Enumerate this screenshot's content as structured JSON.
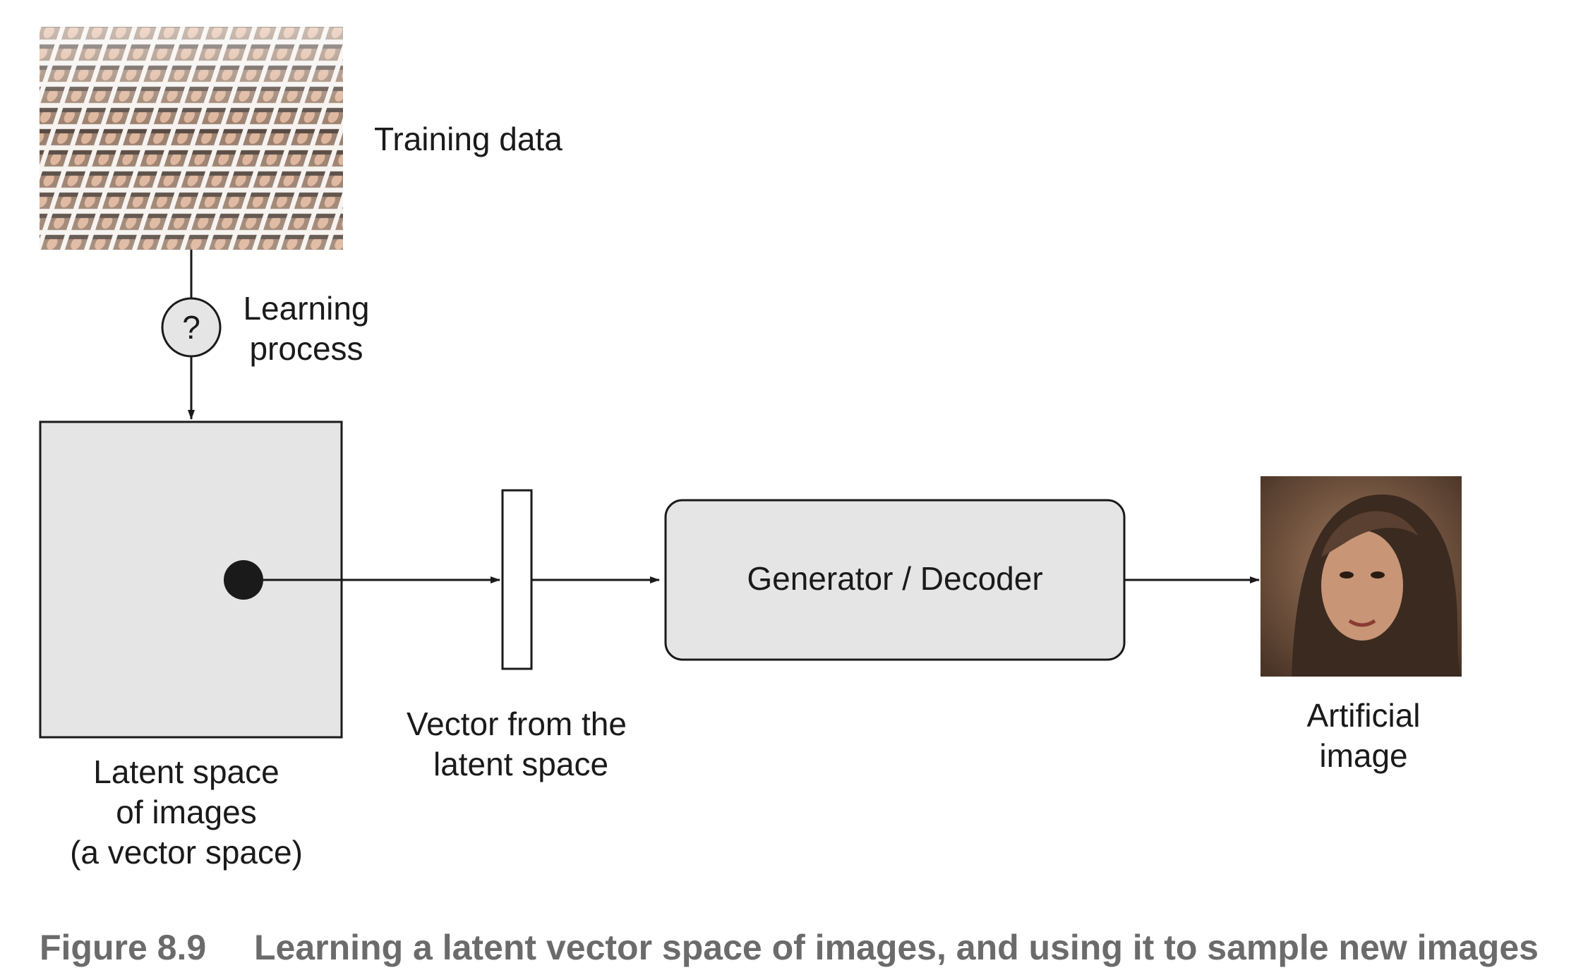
{
  "training_data": {
    "label": "Training data"
  },
  "learning": {
    "symbol": "?",
    "label_line1": "Learning",
    "label_line2": "process"
  },
  "latent_space": {
    "line1": "Latent space",
    "line2": "of images",
    "line3": "(a vector space)"
  },
  "vector": {
    "line1": "Vector from the",
    "line2": "latent space"
  },
  "generator": {
    "label": "Generator / Decoder"
  },
  "artificial": {
    "line1": "Artificial",
    "line2": "image"
  },
  "caption": {
    "number": "Figure 8.9",
    "text": "Learning a latent vector space of images, and using it to sample new images"
  }
}
